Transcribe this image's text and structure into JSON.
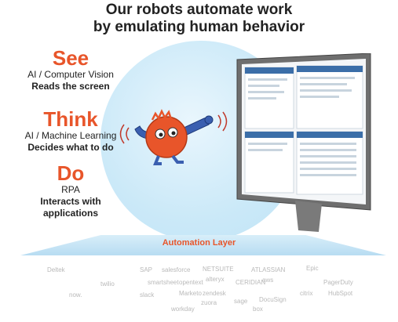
{
  "headline": [
    "Our robots automate work",
    "by emulating human behavior"
  ],
  "steps": [
    {
      "title": "See",
      "subtitle": "AI / Computer Vision",
      "detail": [
        "Reads the screen"
      ]
    },
    {
      "title": "Think",
      "subtitle": "AI / Machine Learning",
      "detail": [
        "Decides what to do"
      ]
    },
    {
      "title": "Do",
      "subtitle": "RPA",
      "detail": [
        "Interacts with",
        "applications"
      ]
    }
  ],
  "layer_label": "Automation Layer",
  "logos": [
    "Deltek",
    "twilio",
    "SAP",
    "salesforce",
    "opentext",
    "NETSUITE",
    "alteryx",
    "CERIDIAN",
    "ATLASSIAN",
    "aws",
    "Epic",
    "PagerDuty",
    "now.",
    "slack",
    "Marketo",
    "zendesk",
    "citrix",
    "HubSpot",
    "zuora",
    "sage",
    "DocuSign",
    "box",
    "workday",
    "smartsheet"
  ],
  "colors": {
    "accent": "#e8552a",
    "halo": "#cbe9f8",
    "text": "#222222"
  }
}
